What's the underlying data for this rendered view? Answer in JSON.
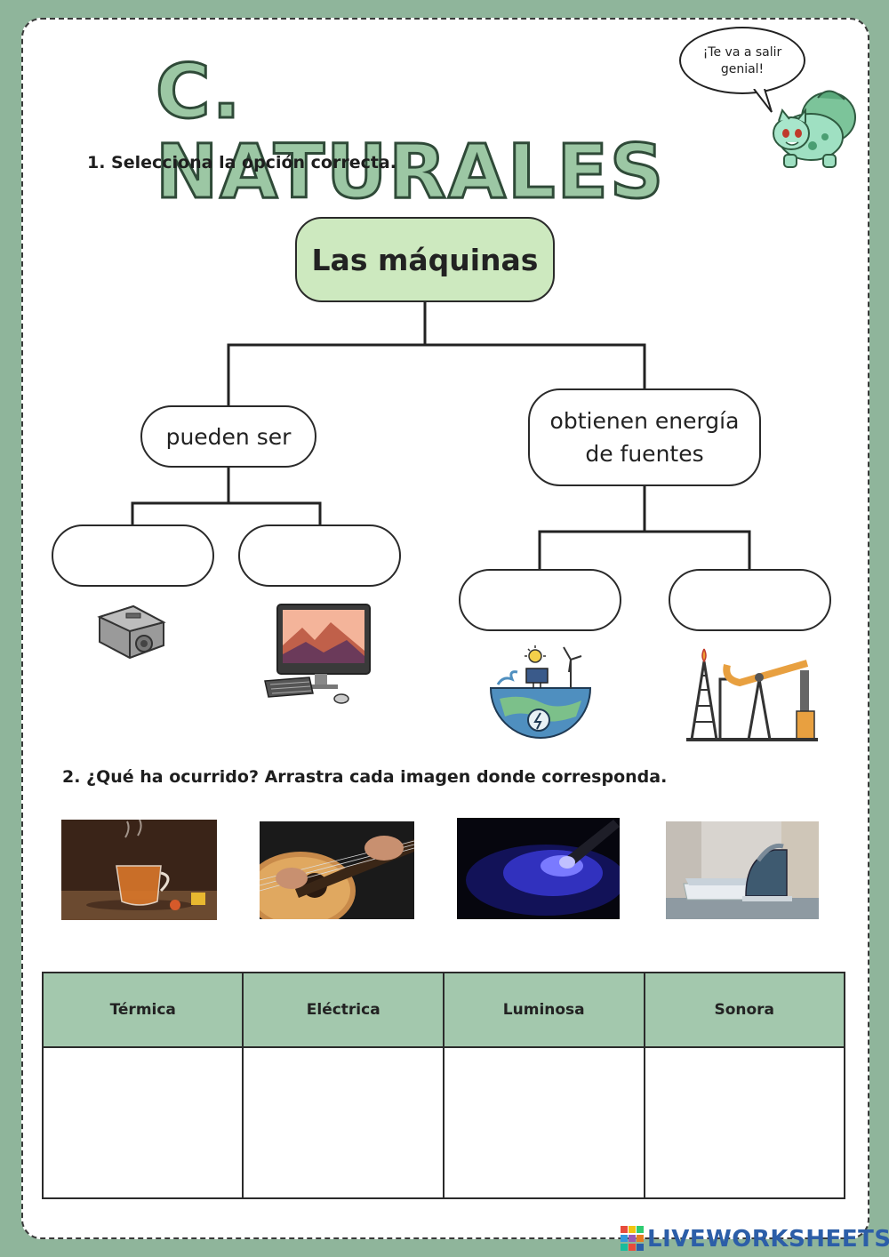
{
  "header": {
    "title": "C. NATURALES",
    "speech_line1": "¡Te va a salir",
    "speech_line2": "genial!"
  },
  "question1": {
    "label": "1.  Selecciona la opción correcta."
  },
  "concept_map": {
    "root": "Las máquinas",
    "left_node": "pueden ser",
    "right_node_line1": "obtienen energía",
    "right_node_line2": "de fuentes",
    "slots": [
      "",
      "",
      "",
      ""
    ],
    "icons": [
      "sharpener-icon",
      "computer-icon",
      "renewable-energy-icon",
      "oil-pump-icon"
    ]
  },
  "question2": {
    "label": "2.  ¿Qué ha ocurrido? Arrastra cada imagen donde corresponda.",
    "images": [
      "hot-tea-photo",
      "guitar-photo",
      "flashlight-photo",
      "iron-photo"
    ]
  },
  "table": {
    "headers": [
      "Térmica",
      "Eléctrica",
      "Luminosa",
      "Sonora"
    ]
  },
  "brand": {
    "text": "LIVEWORKSHEETS"
  },
  "colors": {
    "border_green": "#8fb59b",
    "header_green": "#a3c8ad",
    "root_green": "#cde9bf",
    "brand_blue": "#2c5ea8"
  }
}
